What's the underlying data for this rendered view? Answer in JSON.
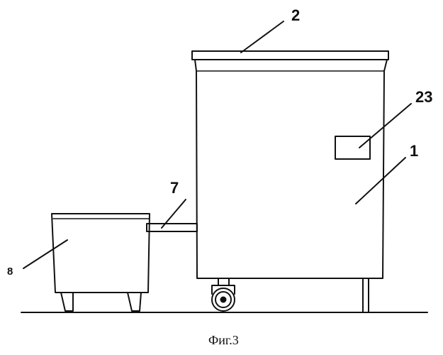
{
  "figure": {
    "caption": "Фиг.3",
    "labels": {
      "lid": "2",
      "panel": "23",
      "cabinet": "1",
      "pipe": "7",
      "container": "8"
    }
  }
}
